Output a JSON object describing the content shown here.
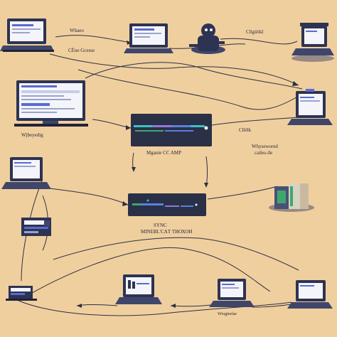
{
  "colors": {
    "background": "#f0cf9f",
    "device_dark": "#2d3352",
    "device_mid": "#3f466a",
    "screen": "#f4f5fb",
    "screen_accent": "#5a6bd1",
    "bar_bg": "#2a3046",
    "bar_teal": "#3fc0c6",
    "bar_blue": "#5a7fe0",
    "bar_purple": "#8f79d4",
    "bar_green": "#3ea86c",
    "line": "#2c3040"
  },
  "labels": {
    "top_laptop_note": "Wbaeo",
    "top_left_caption": "CÉne Gcesse",
    "top_right_caption": "Cllgíëikĩ",
    "mid_monitor_caption": "Wjbeyedig",
    "mid_right_caption": "Cllélk",
    "center_caption": "Mganie CC AMP",
    "right_caption_1": "Whysewored",
    "right_caption_2": "cailes-ile",
    "sync_title": "SYNC",
    "sync_caption": "MINEBL'CAТ ТИОХОИ",
    "bottom_caption": "Wiogteelae"
  },
  "icons": [
    "laptop-icon",
    "monitor-icon",
    "character-icon",
    "server-icon",
    "hardware-box-icon"
  ]
}
